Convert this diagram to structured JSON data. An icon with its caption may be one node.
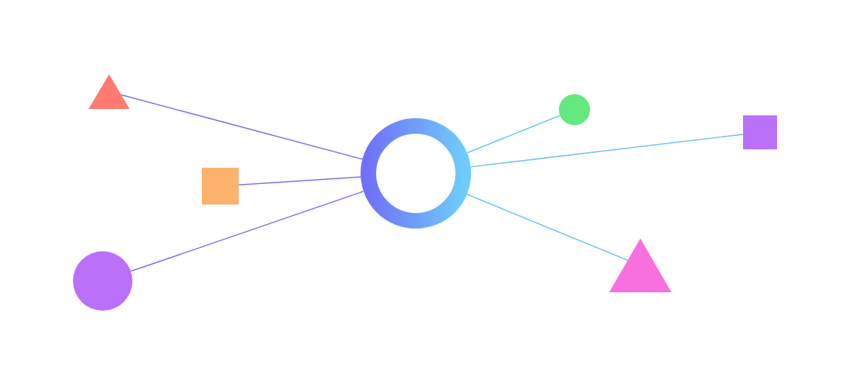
{
  "diagram": {
    "nodes": [
      {
        "text": [],
        "shape": "circle"
      },
      {
        "text": [],
        "shape": "triangle"
      },
      {
        "text": [],
        "shape": "box"
      },
      {
        "text": [],
        "shape": "circle"
      },
      {
        "text": [],
        "shape": "circle"
      },
      {
        "text": [],
        "shape": "box"
      },
      {
        "text": [],
        "shape": "triangle"
      }
    ],
    "edges": [
      {
        "from": 0,
        "to": 1,
        "arrow": "none",
        "color": "#7470ee"
      },
      {
        "from": 0,
        "to": 2,
        "arrow": "none",
        "color": "#7470ee"
      },
      {
        "from": 0,
        "to": 3,
        "arrow": "none",
        "color": "#7470ee"
      },
      {
        "from": 0,
        "to": 4,
        "arrow": "none",
        "color": "#6cc3f7"
      },
      {
        "from": 0,
        "to": 5,
        "arrow": "none",
        "color": "#6cc3f7"
      },
      {
        "from": 0,
        "to": 6,
        "arrow": "none",
        "color": "#6cc3f7"
      }
    ]
  }
}
